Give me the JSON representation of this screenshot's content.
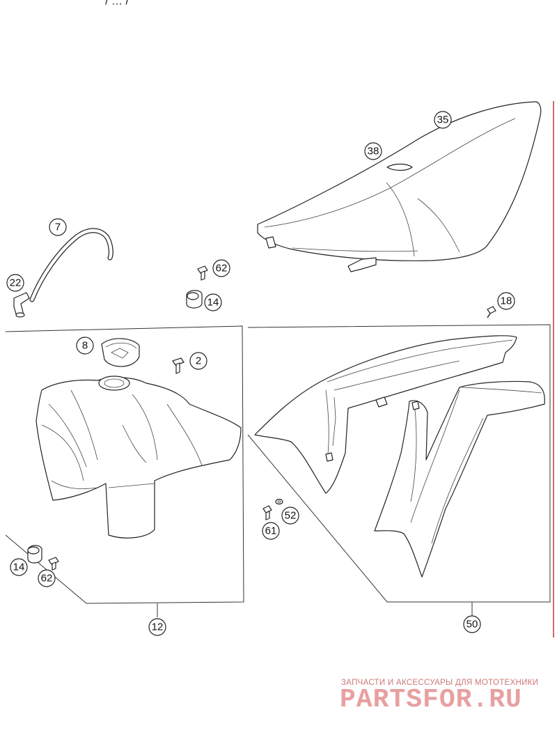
{
  "header_fragment": "/ … /",
  "callouts": {
    "c35": "35",
    "c38": "38",
    "c7": "7",
    "c22": "22",
    "c62a": "62",
    "c14a": "14",
    "c18": "18",
    "c8": "8",
    "c2": "2",
    "c52": "52",
    "c61": "61",
    "c14b": "14",
    "c62b": "62",
    "c12": "12",
    "c50": "50"
  },
  "watermark": {
    "tagline": "ЗАПЧАСТИ И АКСЕССУАРЫ ДЛЯ МОТОТЕХНИКИ",
    "logo": "PARTSFOR.RU"
  },
  "colors": {
    "line": "#222222",
    "watermark": "#e8a0a0",
    "accent_edge": "#c0392b"
  }
}
